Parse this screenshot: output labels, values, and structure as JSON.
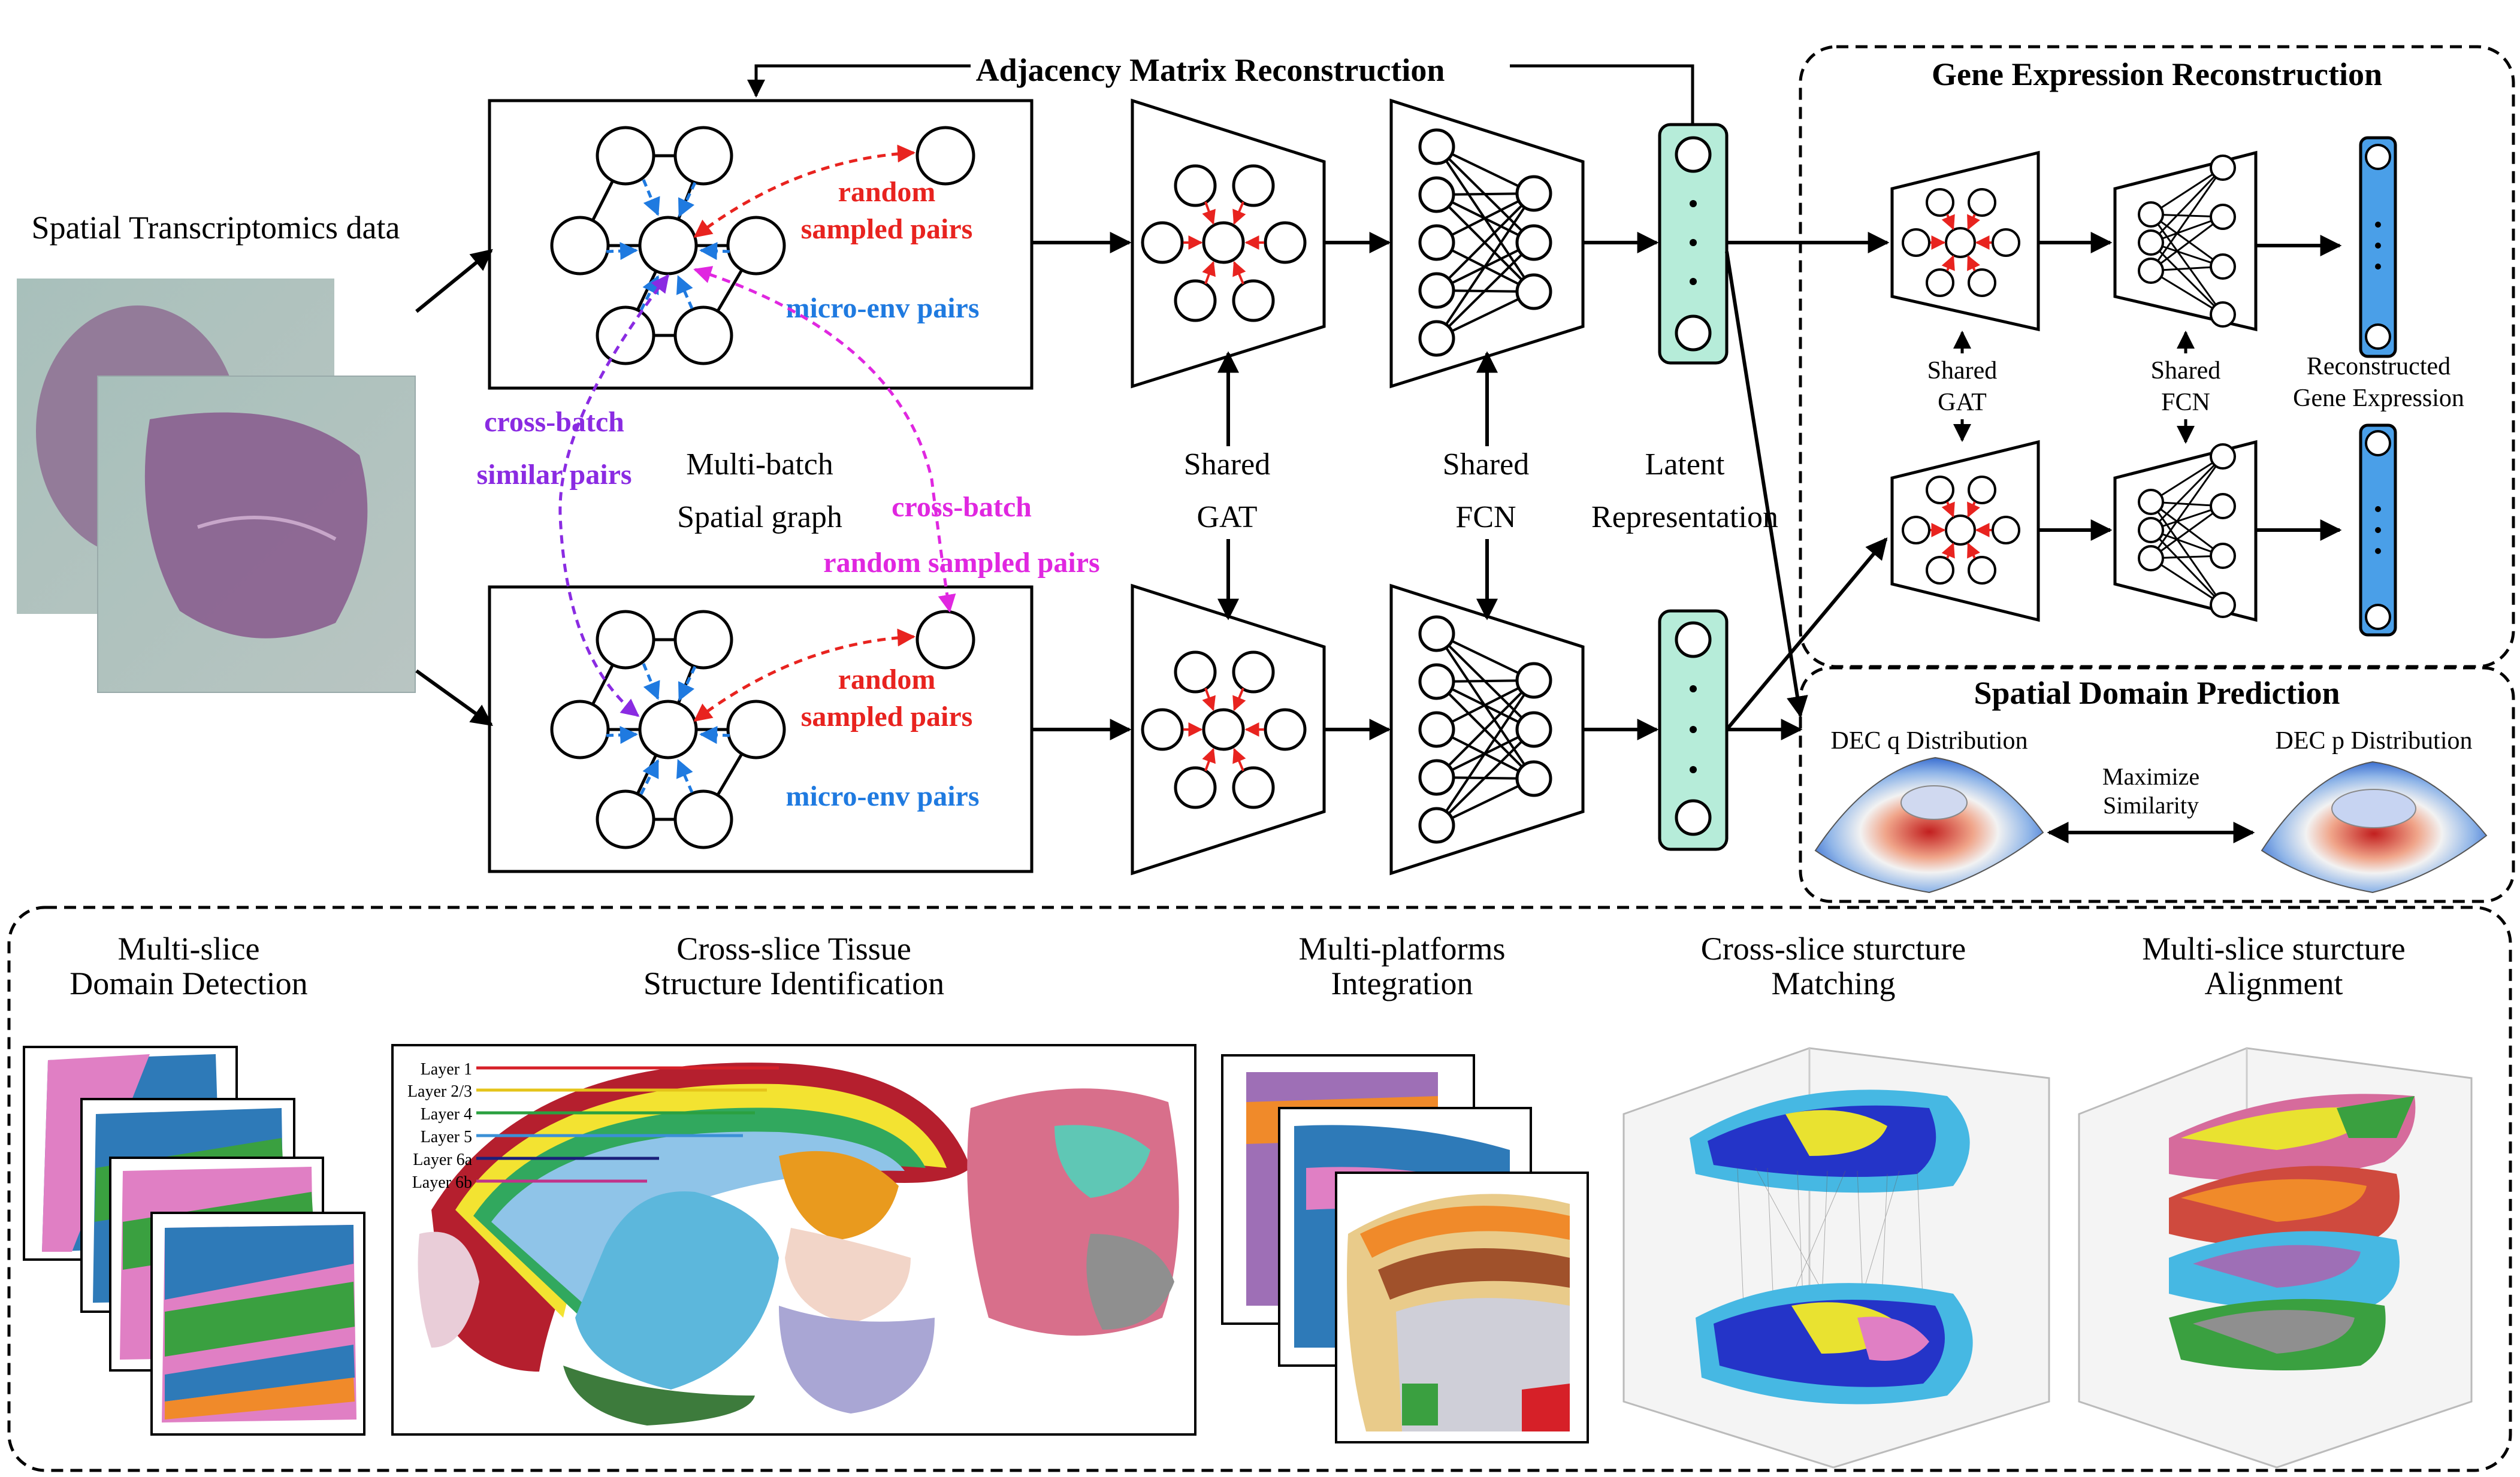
{
  "title_top": "Adjacency Matrix Reconstruction",
  "input": {
    "label": "Spatial Transcriptomics data"
  },
  "graph": {
    "random_pairs_line1": "random",
    "random_pairs_line2": "sampled pairs",
    "microenv": "micro-env pairs",
    "cross_batch_similar_line1": "cross-batch",
    "cross_batch_similar_line2": "similar pairs",
    "cross_batch_random_line1": "cross-batch",
    "cross_batch_random_line2": "random sampled pairs",
    "multibatch_line1": "Multi-batch",
    "multibatch_line2": "Spatial graph"
  },
  "encoder": {
    "shared_gat_line1": "Shared",
    "shared_gat_line2": "GAT",
    "shared_fcn_line1": "Shared",
    "shared_fcn_line2": "FCN",
    "latent_line1": "Latent",
    "latent_line2": "Representation"
  },
  "decoder": {
    "title": "Gene Expression Reconstruction",
    "shared_gat_line1": "Shared",
    "shared_gat_line2": "GAT",
    "shared_fcn_line1": "Shared",
    "shared_fcn_line2": "FCN",
    "recon_line1": "Reconstructed",
    "recon_line2": "Gene Expression"
  },
  "domain_pred": {
    "title": "Spatial Domain Prediction",
    "q_label": "DEC q Distribution",
    "p_label": "DEC p Distribution",
    "maximize_line1": "Maximize",
    "maximize_line2": "Similarity"
  },
  "applications": [
    {
      "line1": "Multi-slice",
      "line2": "Domain Detection"
    },
    {
      "line1": "Cross-slice Tissue",
      "line2": "Structure Identification"
    },
    {
      "line1": "Multi-platforms",
      "line2": "Integration"
    },
    {
      "line1": "Cross-slice sturcture",
      "line2": "Matching"
    },
    {
      "line1": "Multi-slice sturcture",
      "line2": "Alignment"
    }
  ],
  "layers": [
    "Layer 1",
    "Layer 2/3",
    "Layer 4",
    "Layer 5",
    "Layer 6a",
    "Layer 6b"
  ],
  "colors": {
    "red": "#e8231f",
    "blue": "#1f7ae0",
    "purple": "#8a2be2",
    "magenta": "#e027e0",
    "latent_fill": "#b6ecd9",
    "recon_fill": "#4a9fe8"
  }
}
